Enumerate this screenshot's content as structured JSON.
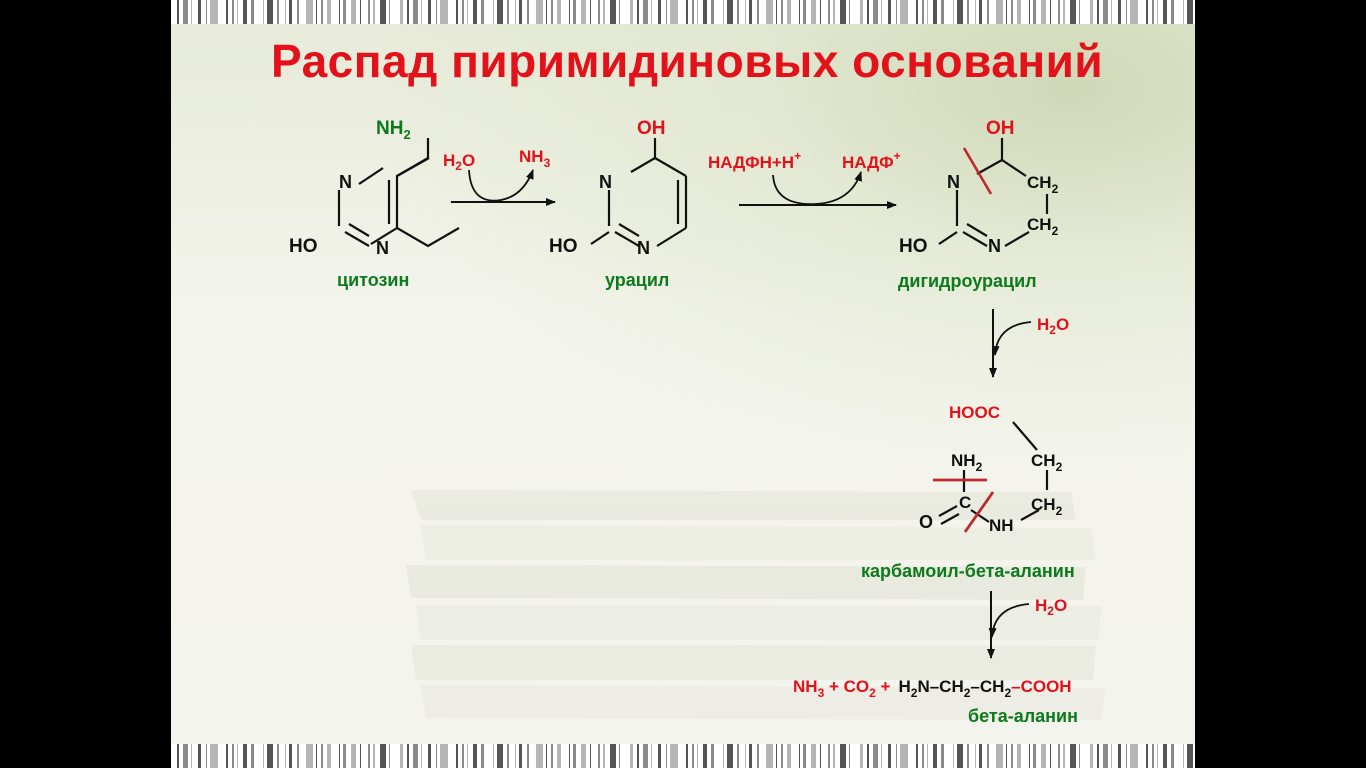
{
  "slide": {
    "title": "Распад пиримидиновых оснований"
  },
  "compounds": {
    "cytosine": {
      "name": "цитозин",
      "group_top": "NH",
      "group_top_sub": "2",
      "ring_n1": "N",
      "ring_n3": "N",
      "group_left": "HO"
    },
    "uracil": {
      "name": "урацил",
      "group_top": "OH",
      "ring_n1": "N",
      "ring_n3": "N",
      "group_left": "HO"
    },
    "dihydrouracil": {
      "name": "дигидроурацил",
      "group_top": "OH",
      "ring_n1": "N",
      "ring_n3": "N",
      "group_left": "HO",
      "ch2_a": "CH",
      "ch2_b": "CH",
      "sub": "2"
    },
    "carbamoyl": {
      "name": "карбамоил-бета-аланин",
      "hooc": "HOOC",
      "nh2": "NH",
      "c": "C",
      "o": "O",
      "nh": "NH",
      "ch2_a": "CH",
      "ch2_b": "CH",
      "sub": "2"
    },
    "beta_alanine": {
      "name": "бета-аланин"
    }
  },
  "reactions": {
    "step1": {
      "in": "H",
      "in_sub": "2",
      "in_tail": "O",
      "out": "NH",
      "out_sub": "3"
    },
    "step2": {
      "in": "НАДФН+Н",
      "in_sup": "+",
      "out": "НАДФ",
      "out_sup": "+"
    },
    "step3": {
      "in": "H",
      "in_sub": "2",
      "in_tail": "O"
    },
    "step4": {
      "in": "H",
      "in_sub": "2",
      "in_tail": "O"
    }
  },
  "final_products": {
    "nh": "NH",
    "nh_sub": "3",
    "plus1": " + ",
    "co": "CO",
    "co_sub": "2",
    "plus2": " +",
    "h": "H",
    "h_sub": "2",
    "n_link": "N",
    "ch_a": "–CH",
    "ch_a_sub": "2",
    "ch_b": "–CH",
    "ch_b_sub": "2",
    "cooh": "–COOH"
  },
  "colors": {
    "title": "#e3111a",
    "label": "#0d7a1c",
    "reagent": "#e3111a",
    "structure": "#111111",
    "cleavage_mark": "#c0282d"
  }
}
